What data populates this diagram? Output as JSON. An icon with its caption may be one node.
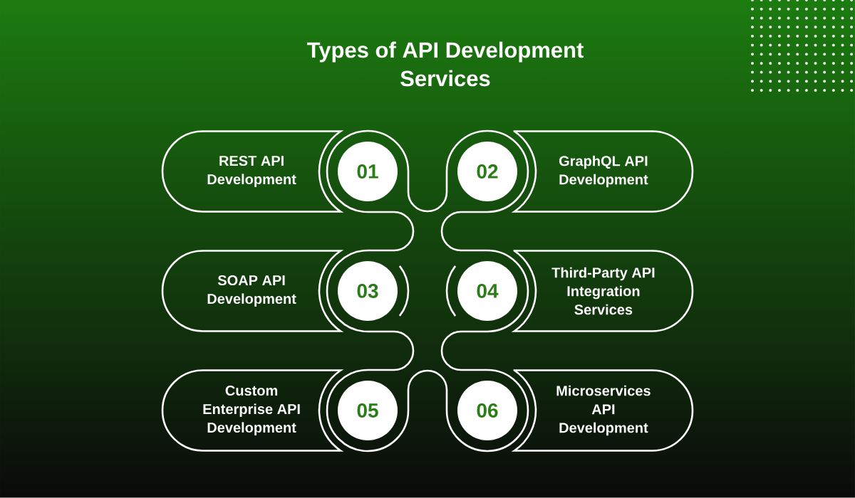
{
  "diagram": {
    "title": "Types of API Development Services",
    "nodes": [
      {
        "text": [
          "REST API Development"
        ]
      },
      {
        "text": [
          "01"
        ]
      },
      {
        "text": [
          "02"
        ]
      },
      {
        "text": [
          "GraphQL API Development"
        ]
      },
      {
        "text": [
          "SOAP API Development"
        ]
      },
      {
        "text": [
          "03"
        ]
      },
      {
        "text": [
          "04"
        ]
      },
      {
        "text": [
          "Third-Party API Integration Services"
        ]
      },
      {
        "text": [
          "Custom Enterprise API Development"
        ]
      },
      {
        "text": [
          "05"
        ]
      },
      {
        "text": [
          "06"
        ]
      },
      {
        "text": [
          "Microservices API Development"
        ]
      }
    ],
    "edges": [
      {
        "from": 1,
        "to": 2,
        "arrow": "none"
      },
      {
        "from": 1,
        "to": 5,
        "arrow": "none"
      },
      {
        "from": 2,
        "to": 6,
        "arrow": "none"
      },
      {
        "from": 5,
        "to": 9,
        "arrow": "none"
      },
      {
        "from": 6,
        "to": 10,
        "arrow": "none"
      },
      {
        "from": 9,
        "to": 10,
        "arrow": "none"
      }
    ]
  }
}
